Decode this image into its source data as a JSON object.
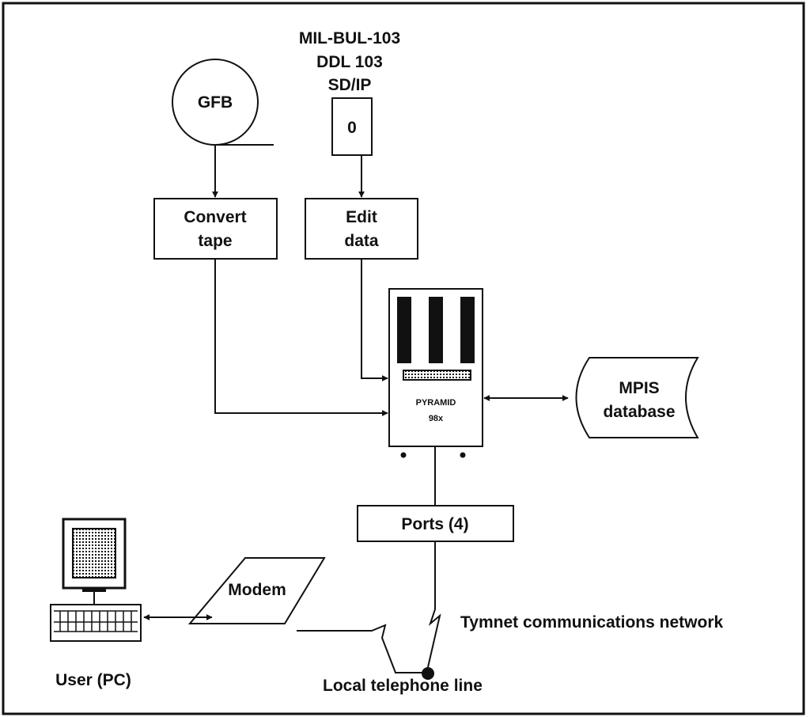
{
  "source_note": [
    "MIL-BUL-103",
    "DDL 103",
    "SD/IP"
  ],
  "gfb_label": "GFB",
  "tape_label": "0",
  "convert_tape": [
    "Convert",
    "tape"
  ],
  "edit_data": [
    "Edit",
    "data"
  ],
  "pyramid": [
    "PYRAMID",
    "98x"
  ],
  "mpis_database": [
    "MPIS",
    "database"
  ],
  "ports_label": "Ports (4)",
  "tymnet_label": "Tymnet communications network",
  "modem_label": "Modem",
  "user_label": "User (PC)",
  "telephone_label": "Local telephone line"
}
